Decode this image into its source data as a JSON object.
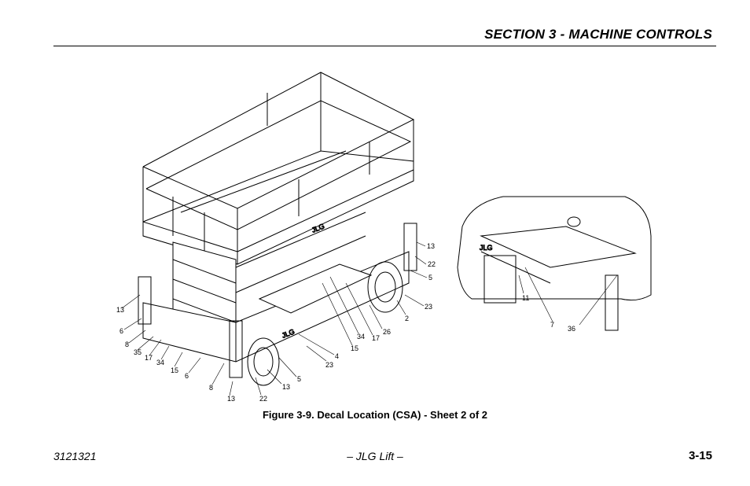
{
  "header": {
    "section_title": "SECTION 3 - MACHINE CONTROLS"
  },
  "figure": {
    "caption": "Figure 3-9. Decal Location (CSA) - Sheet 2 of 2",
    "callouts_main": [
      "13",
      "22",
      "5",
      "23",
      "2",
      "26",
      "17",
      "34",
      "15",
      "4",
      "23",
      "5",
      "13",
      "22",
      "13",
      "8",
      "6",
      "15",
      "34",
      "17",
      "35",
      "8",
      "6",
      "13"
    ],
    "callouts_detail": [
      "11",
      "7",
      "36"
    ],
    "decal_text": [
      "JLG",
      "JLG",
      "JLG"
    ]
  },
  "footer": {
    "doc_number": "3121321",
    "center": "– JLG Lift –",
    "page_number": "3-15"
  }
}
